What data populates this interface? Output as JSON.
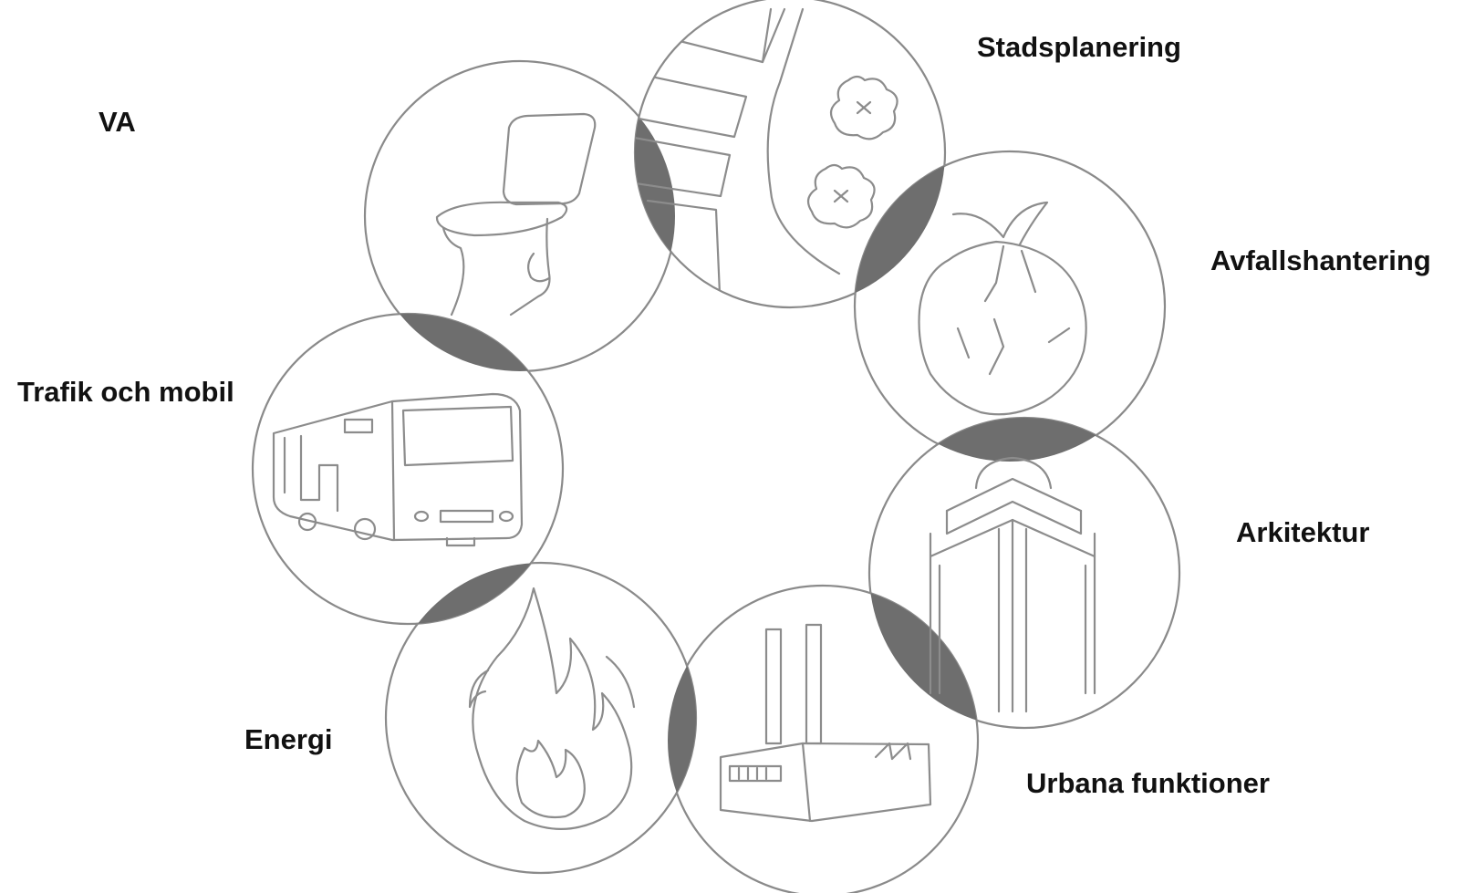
{
  "diagram": {
    "nodes": [
      {
        "id": "va",
        "label": "VA",
        "icon": "toilet-icon"
      },
      {
        "id": "stadsplanering",
        "label": "Stadsplanering",
        "icon": "city-plan-icon"
      },
      {
        "id": "avfallshantering",
        "label": "Avfallshantering",
        "icon": "garbage-bag-icon"
      },
      {
        "id": "arkitektur",
        "label": "Arkitektur",
        "icon": "skyscraper-icon"
      },
      {
        "id": "urbana",
        "label": "Urbana funktioner",
        "icon": "factory-icon"
      },
      {
        "id": "energi",
        "label": "Energi",
        "icon": "flame-icon"
      },
      {
        "id": "trafik",
        "label": "Trafik och mobil",
        "icon": "bus-icon"
      }
    ],
    "colors": {
      "ring_stroke": "#8a8a8a",
      "overlap_fill": "#6e6e6e",
      "icon_stroke": "#8c8c8c",
      "label_text": "#111111"
    }
  }
}
